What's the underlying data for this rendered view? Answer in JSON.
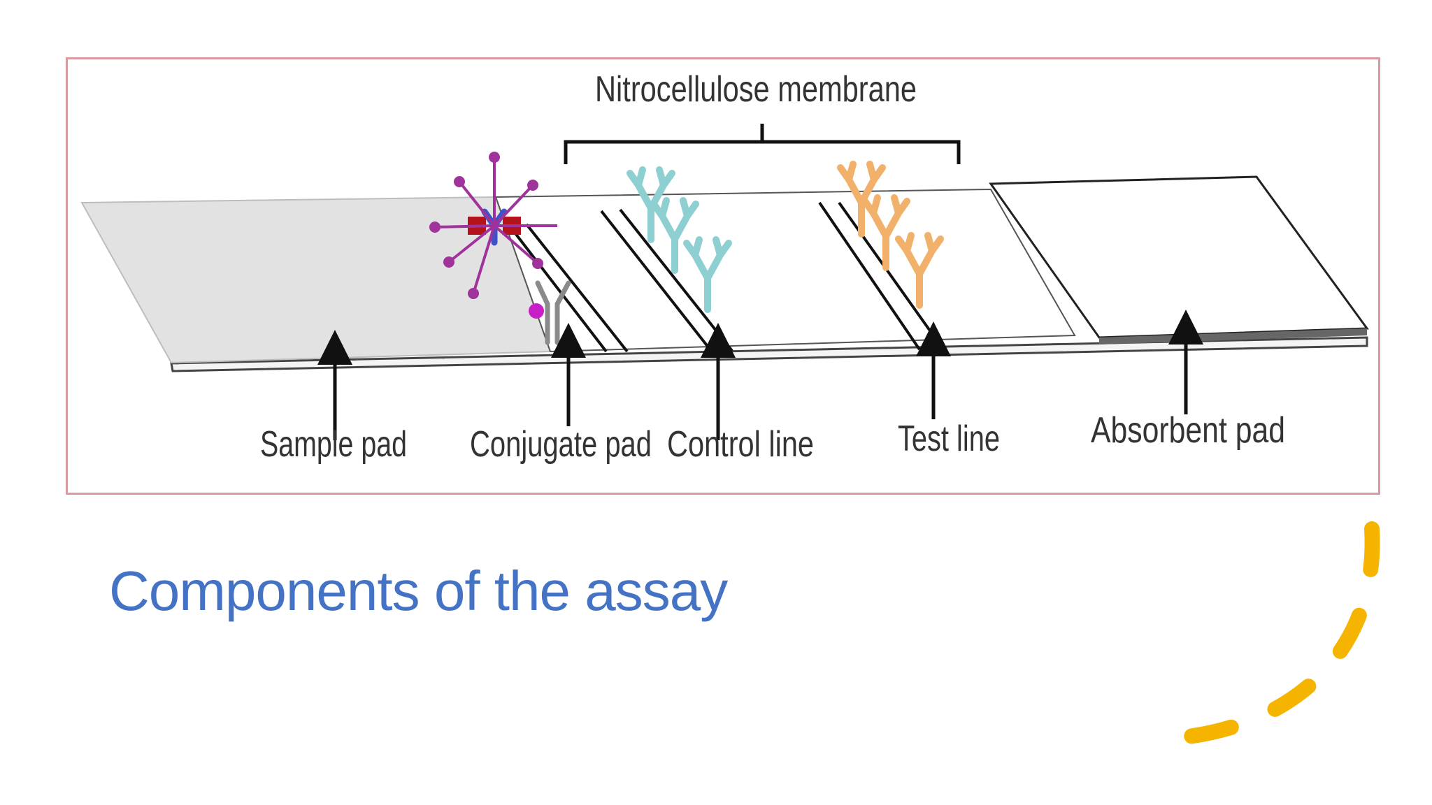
{
  "diagram": {
    "labels": {
      "membrane": "Nitrocellulose membrane",
      "sample_pad": "Sample pad",
      "conjugate_pad": "Conjugate pad",
      "control_line": "Control line",
      "test_line": "Test line",
      "absorbent_pad": "Absorbent  pad"
    },
    "colors": {
      "frame_border": "#d99aa0",
      "sample_pad_fill": "#e2e2e2",
      "control_antibody": "#8ecfd2",
      "test_antibody": "#f2b16a",
      "conjugate_antigen": "#a0329b",
      "conjugate_core": "#b3141b",
      "conjugate_antibody": "#3f52c8",
      "gold_particle": "#c71ec8",
      "accent_swoosh": "#f4b400"
    }
  },
  "slide": {
    "title": "Components of the assay"
  }
}
